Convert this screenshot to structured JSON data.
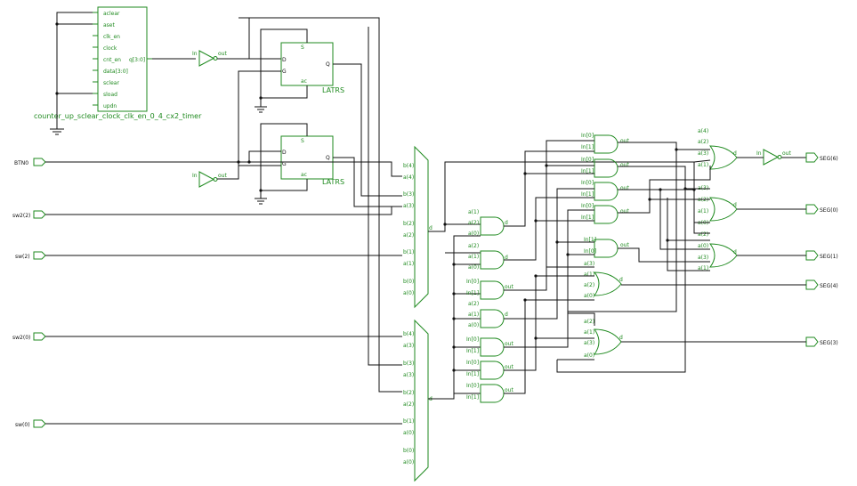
{
  "colors": {
    "component": "#1f8a1f",
    "wire": "#111111",
    "background": "#ffffff"
  },
  "counter": {
    "name": "counter_up_sclear_clock_clk_en_0_4_cx2_timer",
    "pins": [
      "aclear",
      "aset",
      "clk_en",
      "clock",
      "cnt_en",
      "data[3:0]",
      "sclear",
      "sload",
      "updn"
    ],
    "output": "q[3:0]"
  },
  "latches": {
    "label": "LATRS",
    "pins": {
      "d": "D",
      "g": "G",
      "q": "Q",
      "s": "S",
      "ac": "ac"
    }
  },
  "inverter": {
    "in": "In",
    "out": "out"
  },
  "inputs": [
    {
      "id": "btn",
      "label": "BTN0"
    },
    {
      "id": "sw22",
      "label": "sw2(2)"
    },
    {
      "id": "sw2",
      "label": "sw(2)"
    },
    {
      "id": "sw20",
      "label": "sw2(0)"
    },
    {
      "id": "sw0",
      "label": "sw(0)"
    }
  ],
  "outputs": [
    {
      "id": "seg6",
      "label": "SEG(6)"
    },
    {
      "id": "seg0",
      "label": "SEG(0)"
    },
    {
      "id": "seg1",
      "label": "SEG(1)"
    },
    {
      "id": "seg4",
      "label": "SEG(4)"
    },
    {
      "id": "seg3",
      "label": "SEG(3)"
    }
  ],
  "mux": {
    "b_labels": [
      "b(4)",
      "b(4)",
      "b(3)",
      "b(2)",
      "b(2)",
      "b(1)",
      "b(1)",
      "b(0)"
    ],
    "a_labels": [
      "a(4)",
      "a(3)",
      "a(3)",
      "a(2)",
      "a(2)",
      "a(1)",
      "a(0)",
      "a(0)"
    ],
    "out": "d"
  },
  "gate_pins": {
    "a4": "a(4)",
    "a3": "a(3)",
    "a2": "a(2)",
    "a1": "a(1)",
    "a0": "a(0)",
    "in0": "In[0]",
    "in1": "In[1]",
    "d": "d",
    "out": "out"
  }
}
